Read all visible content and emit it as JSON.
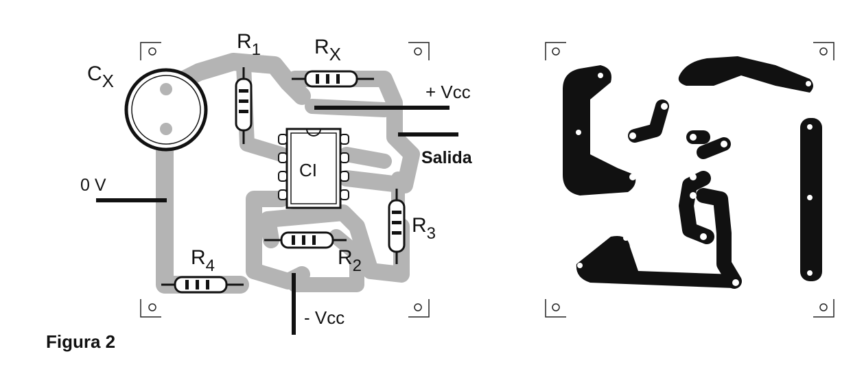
{
  "figure": {
    "caption": "Figura 2",
    "component_side": {
      "labels": {
        "cx_main": "C",
        "cx_sub": "X",
        "r1_main": "R",
        "r1_sub": "1",
        "rx_main": "R",
        "rx_sub": "X",
        "vcc_plus": "+ Vcc",
        "output": "Salida",
        "ic": "CI",
        "ground": "0 V",
        "r3_main": "R",
        "r3_sub": "3",
        "r2_main": "R",
        "r2_sub": "2",
        "r4_main": "R",
        "r4_sub": "4",
        "vcc_minus": "- Vcc"
      }
    },
    "colors": {
      "trace_component_side": "#b4b4b4",
      "copper_side": "#111111"
    }
  }
}
